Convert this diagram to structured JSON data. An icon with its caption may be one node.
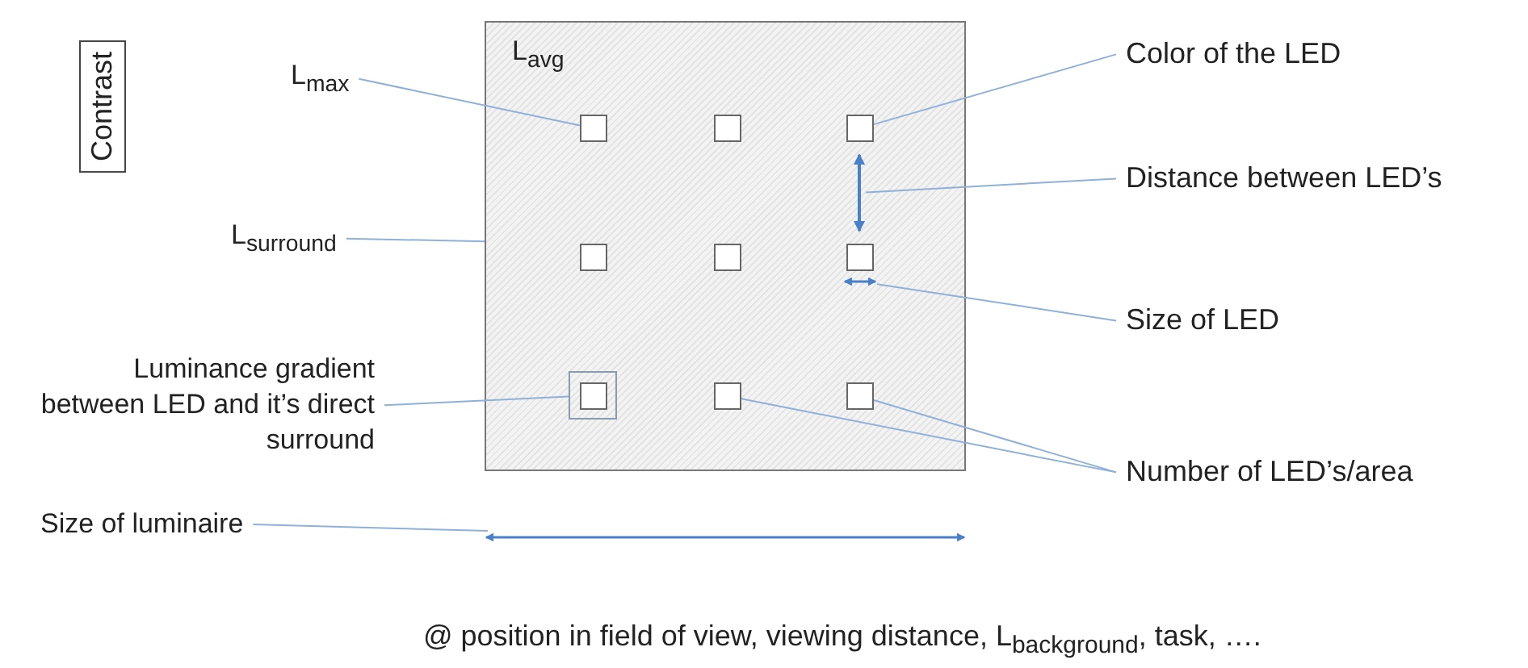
{
  "diagram": {
    "nodes": [
      {
        "text": [
          "L$_{avg}$"
        ]
      },
      {
        "text": [],
        "shape": "box",
        "in": 0
      },
      {
        "text": [],
        "shape": "box",
        "in": 0
      },
      {
        "text": [],
        "shape": "box",
        "in": 0
      },
      {
        "text": [],
        "shape": "box",
        "in": 0
      },
      {
        "text": [],
        "shape": "box",
        "in": 0
      },
      {
        "text": [],
        "shape": "box",
        "in": 0
      },
      {
        "text": [],
        "shape": "box",
        "in": 0
      },
      {
        "text": [],
        "shape": "box",
        "in": 7
      },
      {
        "text": [],
        "shape": "box",
        "in": 0
      },
      {
        "text": [],
        "shape": "box",
        "in": 0
      },
      {
        "text": [
          "Contrast"
        ]
      },
      {
        "text": [
          "L$_{max}$"
        ]
      },
      {
        "text": [
          "L$_{surround}$"
        ]
      },
      {
        "text": [
          "Luminance gradient between LED and it’s direct surround"
        ]
      },
      {
        "text": [
          "Color of the LED"
        ]
      },
      {
        "text": [
          "Distance between LED’s"
        ]
      },
      {
        "text": [
          "Size of LED"
        ]
      },
      {
        "text": [
          "Number of LED’s/area"
        ]
      },
      {
        "text": [
          "Size of luminaire"
        ]
      },
      {
        "text": [],
        "shape": "arrow",
        "in": 0
      },
      {
        "text": [],
        "shape": "arrow",
        "in": 0
      },
      {
        "text": [],
        "shape": "arrow"
      }
    ],
    "edges": [
      {
        "from": 12,
        "to": 1,
        "arrow": "none"
      },
      {
        "from": 13,
        "to": 0,
        "arrow": "none"
      },
      {
        "from": 14,
        "to": 7,
        "arrow": "none"
      },
      {
        "from": 15,
        "to": 3,
        "arrow": "none"
      },
      {
        "from": 16,
        "to": 20,
        "arrow": "none"
      },
      {
        "from": 17,
        "to": 21,
        "arrow": "none"
      },
      {
        "from": 18,
        "to": 9,
        "arrow": "none"
      },
      {
        "from": 18,
        "to": 10,
        "arrow": "none"
      },
      {
        "from": 19,
        "to": 22,
        "arrow": "none"
      }
    ],
    "labels": [
      "@ position in field of view, viewing distance, L$_{background}$, task, …."
    ]
  }
}
